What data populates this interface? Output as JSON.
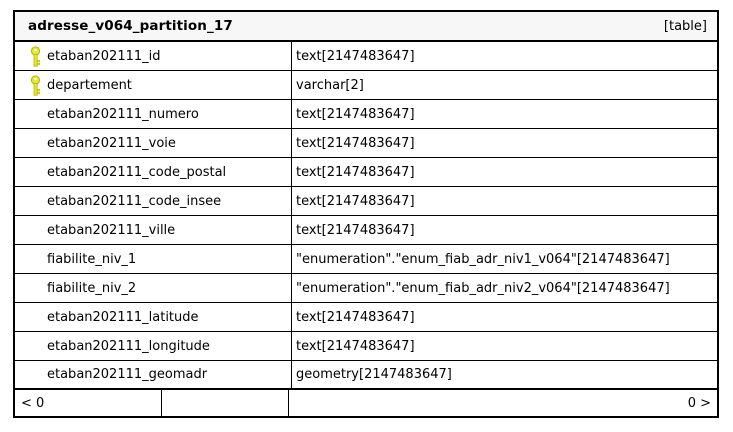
{
  "table": {
    "title": "adresse_v064_partition_17",
    "badge": "[table]",
    "key_icon_color": "#e3e73a",
    "key_icon_outline": "#b4b800",
    "columns": [
      {
        "name": "etaban202111_id",
        "type": "text[2147483647]",
        "key": true
      },
      {
        "name": "departement",
        "type": "varchar[2]",
        "key": true
      },
      {
        "name": "etaban202111_numero",
        "type": "text[2147483647]",
        "key": false
      },
      {
        "name": "etaban202111_voie",
        "type": "text[2147483647]",
        "key": false
      },
      {
        "name": "etaban202111_code_postal",
        "type": "text[2147483647]",
        "key": false
      },
      {
        "name": "etaban202111_code_insee",
        "type": "text[2147483647]",
        "key": false
      },
      {
        "name": "etaban202111_ville",
        "type": "text[2147483647]",
        "key": false
      },
      {
        "name": "fiabilite_niv_1",
        "type": "\"enumeration\".\"enum_fiab_adr_niv1_v064\"[2147483647]",
        "key": false
      },
      {
        "name": "fiabilite_niv_2",
        "type": "\"enumeration\".\"enum_fiab_adr_niv2_v064\"[2147483647]",
        "key": false
      },
      {
        "name": "etaban202111_latitude",
        "type": "text[2147483647]",
        "key": false
      },
      {
        "name": "etaban202111_longitude",
        "type": "text[2147483647]",
        "key": false
      },
      {
        "name": "etaban202111_geomadr",
        "type": "geometry[2147483647]",
        "key": false
      }
    ],
    "footer": {
      "left_indicator": "< 0",
      "right_indicator": "0 >"
    }
  }
}
